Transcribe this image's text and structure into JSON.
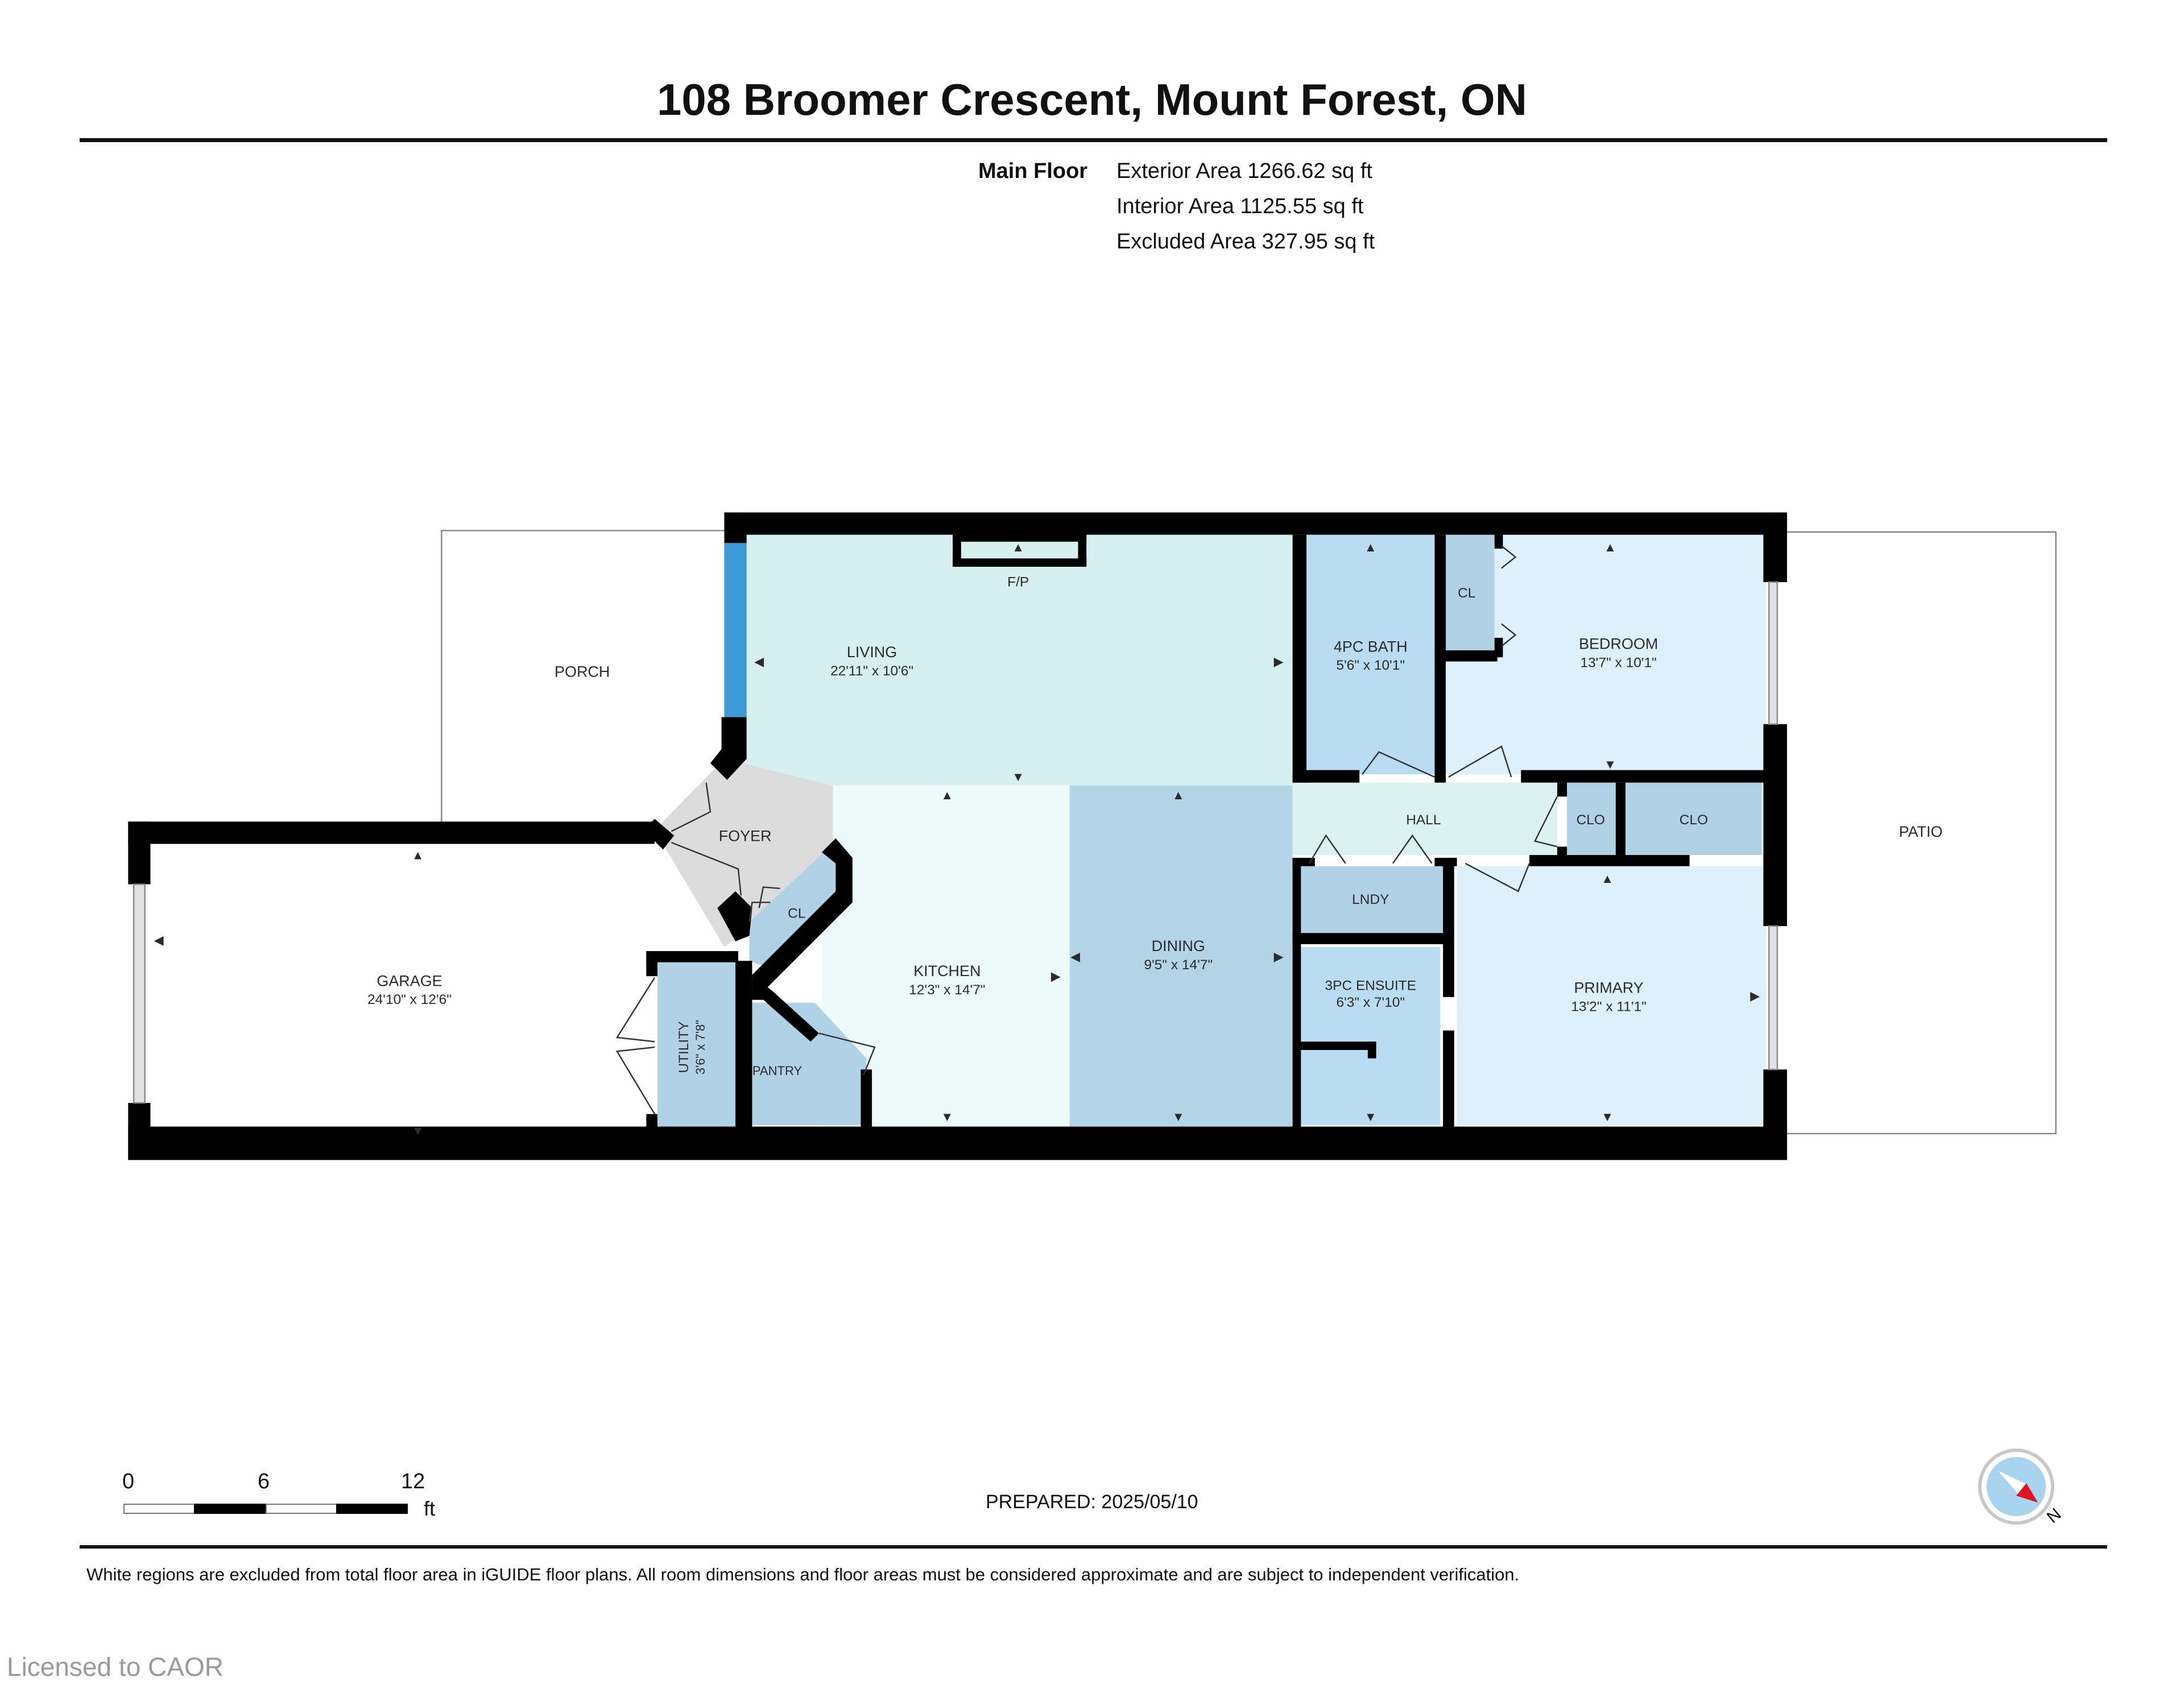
{
  "header": {
    "title": "108 Broomer Crescent, Mount Forest, ON"
  },
  "floor_summary": {
    "floor_label": "Main Floor",
    "exterior_area": "Exterior Area 1266.62 sq ft",
    "interior_area": "Interior Area 1125.55 sq ft",
    "excluded_area": "Excluded Area 327.95 sq ft"
  },
  "rooms": {
    "porch": {
      "name": "PORCH"
    },
    "living": {
      "name": "LIVING",
      "dims": "22'11\" x 10'6\""
    },
    "fireplace": {
      "name": "F/P"
    },
    "bath4": {
      "name": "4PC BATH",
      "dims": "5'6\" x 10'1\""
    },
    "closet_bedroom": {
      "name": "CL"
    },
    "bedroom": {
      "name": "BEDROOM",
      "dims": "13'7\" x 10'1\""
    },
    "patio": {
      "name": "PATIO"
    },
    "foyer": {
      "name": "FOYER"
    },
    "closet_foyer": {
      "name": "CL"
    },
    "hall": {
      "name": "HALL"
    },
    "clo1": {
      "name": "CLO"
    },
    "clo2": {
      "name": "CLO"
    },
    "garage": {
      "name": "GARAGE",
      "dims": "24'10\" x 12'6\""
    },
    "kitchen": {
      "name": "KITCHEN",
      "dims": "12'3\" x 14'7\""
    },
    "dining": {
      "name": "DINING",
      "dims": "9'5\" x 14'7\""
    },
    "laundry": {
      "name": "LNDY"
    },
    "ensuite3": {
      "name": "3PC ENSUITE",
      "dims": "6'3\" x 7'10\""
    },
    "primary": {
      "name": "PRIMARY",
      "dims": "13'2\" x 11'1\""
    },
    "utility": {
      "name": "UTILITY",
      "dims": "3'6\" x 7'8\""
    },
    "pantry": {
      "name": "PANTRY"
    }
  },
  "colors": {
    "wall": "#000000",
    "living": "#d6f0f0",
    "kitchen": "#ecfaf9",
    "dining": "#b3d4e6",
    "bath": "#b9dcf3",
    "bedroom": "#ddf0fb",
    "closet": "#b1d1e6",
    "hall": "#dcf2f0",
    "foyer": "#dcdcdc",
    "window_blue": "#3e9ad6",
    "compass_red": "#e0141e",
    "compass_blue": "#a9d4ef"
  },
  "scale_bar": {
    "ticks": [
      "0",
      "6",
      "12"
    ],
    "unit": "ft"
  },
  "footer": {
    "prepared": "PREPARED: 2025/05/10",
    "disclaimer": "White regions are excluded from total floor area in iGUIDE floor plans. All room dimensions and floor areas must be considered approximate and are subject to independent verification.",
    "licensed": "Licensed to CAOR",
    "compass_label": "N"
  }
}
